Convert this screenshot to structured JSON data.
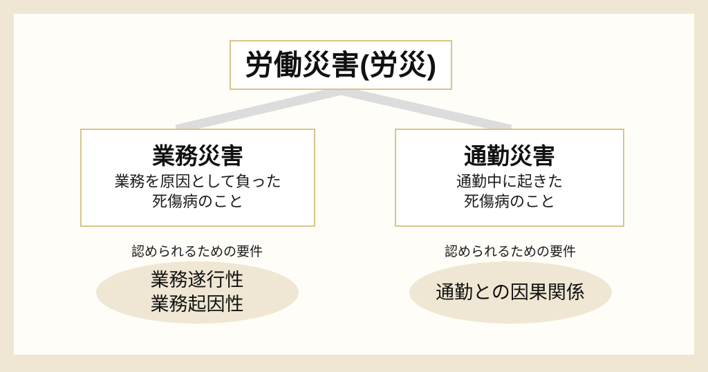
{
  "theme": {
    "frame_color": "#EFE7D4",
    "panel_color": "#FFFDF8",
    "box_border_color": "#D9C487",
    "box_fill_color": "#FFFFFF",
    "ellipse_fill_color": "#EFE7D3",
    "connector_color": "#DCDCDC",
    "text_color": "#111111"
  },
  "diagram": {
    "root": {
      "label": "労働災害(労災)"
    },
    "branches": [
      {
        "heading": "業務災害",
        "description_line1": "業務を原因として負った",
        "description_line2": "死傷病のこと",
        "requirement_label": "認められるための要件",
        "requirement_line1": "業務遂行性",
        "requirement_line2": "業務起因性"
      },
      {
        "heading": "通勤災害",
        "description_line1": "通勤中に起きた",
        "description_line2": "死傷病のこと",
        "requirement_label": "認められるための要件",
        "requirement_line1": "通勤との因果関係",
        "requirement_line2": ""
      }
    ]
  }
}
